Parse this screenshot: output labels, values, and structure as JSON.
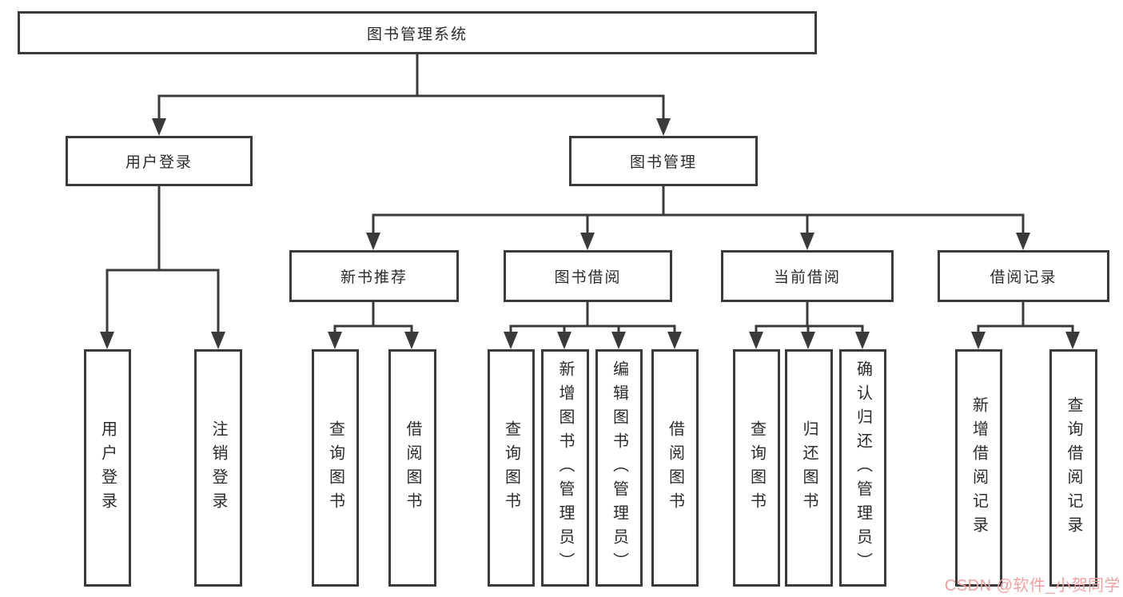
{
  "tree": {
    "root": {
      "label": "图书管理系统",
      "children": [
        {
          "label": "用户登录",
          "children": [
            {
              "label": "用户登录"
            },
            {
              "label": "注销登录"
            }
          ]
        },
        {
          "label": "图书管理",
          "children": [
            {
              "label": "新书推荐",
              "children": [
                {
                  "label": "查询图书"
                },
                {
                  "label": "借阅图书"
                }
              ]
            },
            {
              "label": "图书借阅",
              "children": [
                {
                  "label": "查询图书"
                },
                {
                  "label": "新增图书（管理员）"
                },
                {
                  "label": "编辑图书（管理员）"
                },
                {
                  "label": "借阅图书"
                }
              ]
            },
            {
              "label": "当前借阅",
              "children": [
                {
                  "label": "查询图书"
                },
                {
                  "label": "归还图书"
                },
                {
                  "label": "确认归还（管理员）"
                }
              ]
            },
            {
              "label": "借阅记录",
              "children": [
                {
                  "label": "新增借阅记录"
                },
                {
                  "label": "查询借阅记录"
                }
              ]
            }
          ]
        }
      ]
    }
  },
  "watermark": {
    "text": "CSDN @软件_小贺同学"
  },
  "colors": {
    "line": "#3a3a3a",
    "box_border": "#3a3a3a",
    "text": "#2b2b2b",
    "watermark": "#f0a2a2",
    "background": "#ffffff"
  }
}
